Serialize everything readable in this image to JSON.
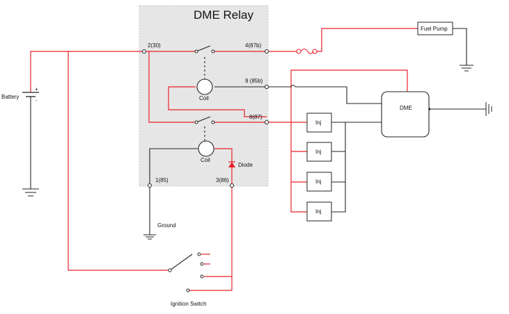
{
  "colors": {
    "power_wire": "#e8212a",
    "signal_wire": "#222222",
    "relay_fill": "#e6e6e6",
    "relay_border": "#c4c4c4",
    "diode": "#e8212a"
  },
  "relay": {
    "title": "DME Relay",
    "pins": {
      "p2": "2(30)",
      "p4": "4(87b)",
      "p9": "9 (85b)",
      "p8": "8(87)",
      "p1": "1(85)",
      "p3": "3(86)"
    },
    "coil_upper": "Coil",
    "coil_lower": "Coil",
    "diode": "Diode"
  },
  "components": {
    "battery": "Battery",
    "battery_plus": "+",
    "battery_minus": "-",
    "fuel_pump": "Fuel Pump",
    "dme": "DME",
    "injectors": [
      "Inj",
      "Inj",
      "Inj",
      "Inj"
    ],
    "ground": "Ground",
    "ignition_switch": "Ignition Switch"
  },
  "icons": [
    "ground-symbol-icon",
    "fuse-icon",
    "diode-icon",
    "switch-icon",
    "coil-icon"
  ]
}
